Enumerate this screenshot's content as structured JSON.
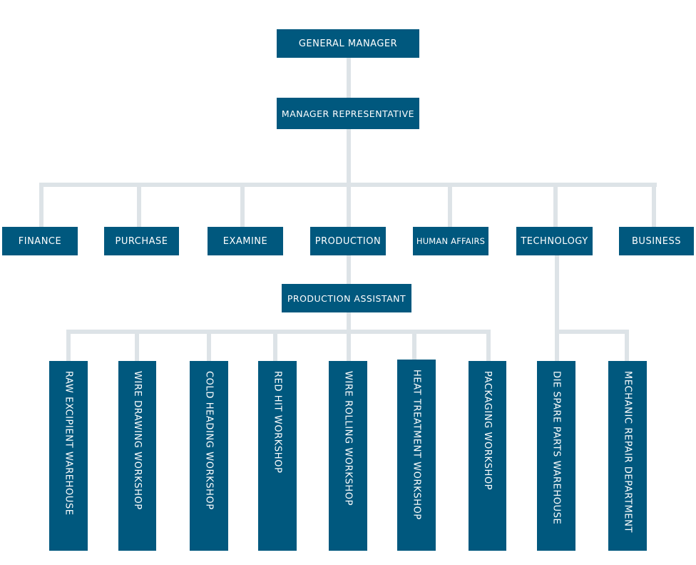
{
  "top": {
    "general_manager": "GENERAL MANAGER",
    "manager_representative": "MANAGER REPRESENTATIVE"
  },
  "departments": [
    "FINANCE",
    "PURCHASE",
    "EXAMINE",
    "PRODUCTION",
    "HUMAN AFFAIRS",
    "TECHNOLOGY",
    "BUSINESS"
  ],
  "production_assistant": "PRODUCTION ASSISTANT",
  "units": [
    "Raw excipient warehouse",
    "WIRE DRAWING WORKSHOP",
    "COLD HEADING WORKSHOP",
    "RED HIT WORKSHOP",
    "WIRE ROLLING WORKSHOP",
    "HEAT TREATMENT WORKSHOP",
    "PACKAGING WORKSHOP",
    "DIE SPARE PARTS WAREHOUSE",
    "MECHANIC REPAIR DEPARTMENT"
  ],
  "colors": {
    "box": "#00587e",
    "connector": "#dde3e7",
    "text": "#ffffff"
  }
}
